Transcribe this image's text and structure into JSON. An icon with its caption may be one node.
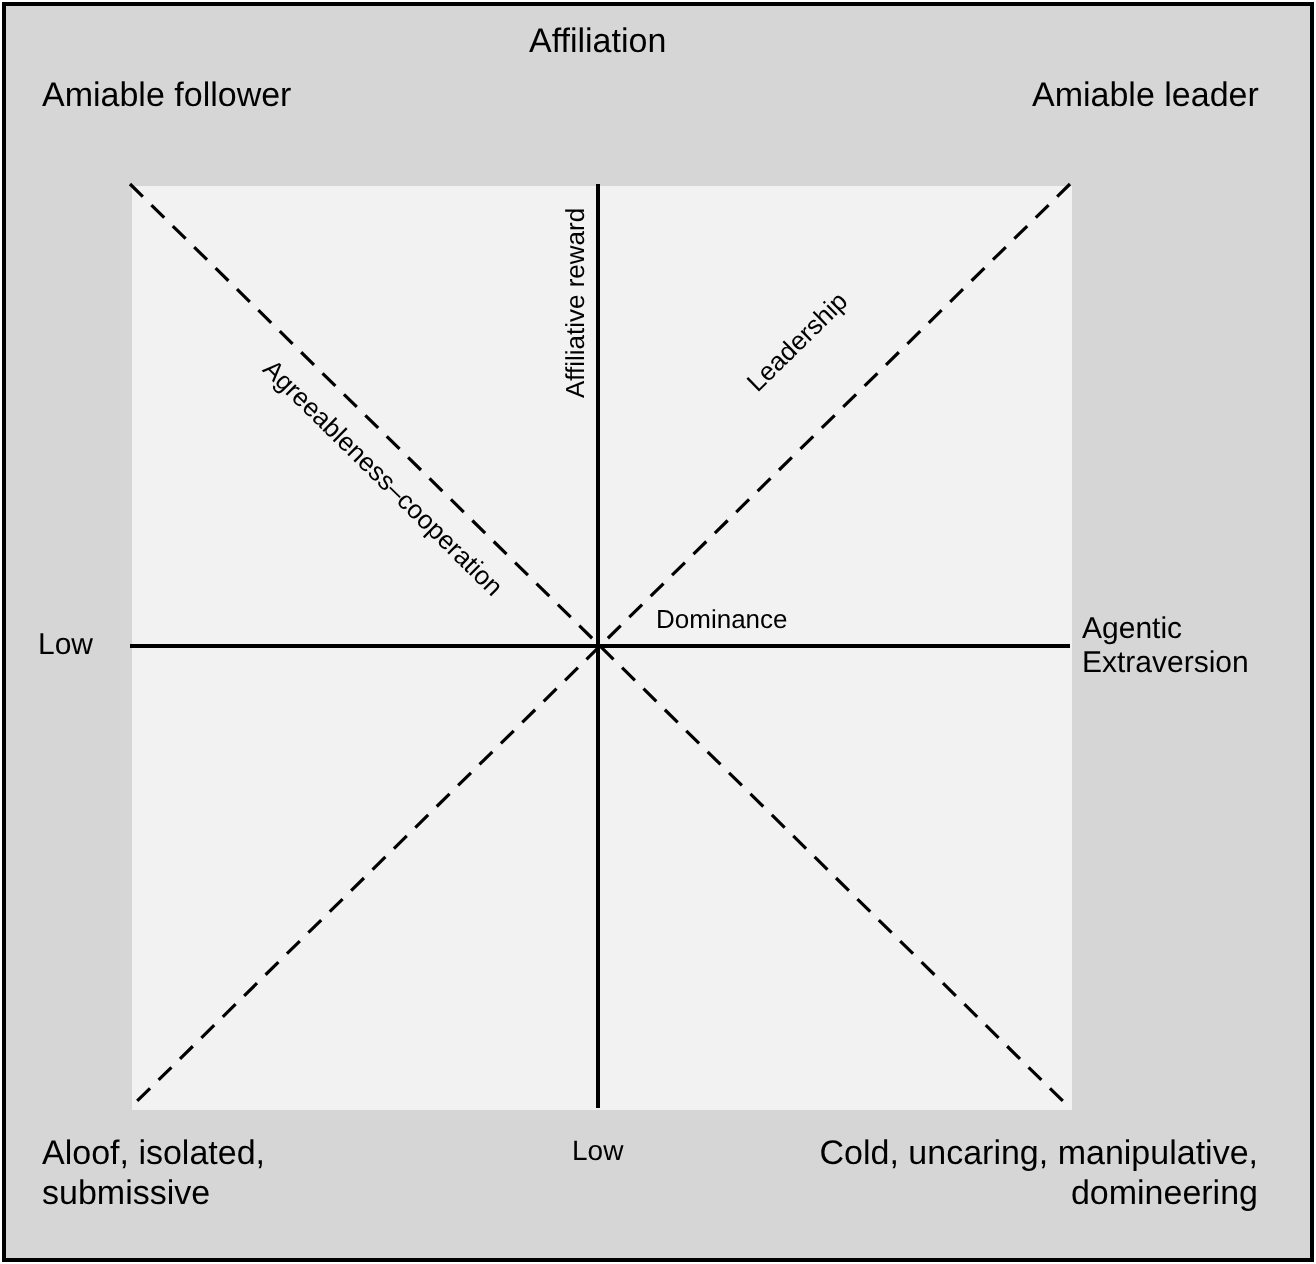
{
  "diagram": {
    "labels": [
      "Affiliation",
      "Amiable follower",
      "Amiable leader",
      "Affiliative reward",
      "Agreeableness–cooperation",
      "Leadership",
      "Dominance",
      "Low",
      "Agentic Extraversion",
      "Aloof, isolated, submissive",
      "Low",
      "Cold, uncaring, manipulative, domineering"
    ]
  }
}
